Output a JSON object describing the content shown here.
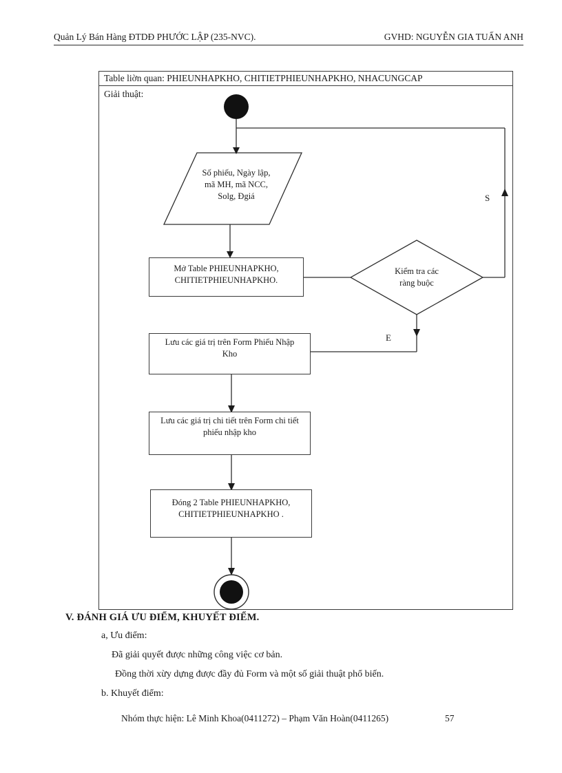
{
  "header": {
    "left": "Quản Lý Bán Hàng ĐTDĐ PHƯỚC  LẬP (235-NVC).",
    "right": "GVHD:  NGUYỄN   GIA  TUẤN ANH"
  },
  "flowchart": {
    "table_row": "Table liờn quan:  PHIEUNHAPKHO, CHITIETPHIEUNHAPKHO, NHACUNGCAP",
    "algorithm_label": "Giải thuật:",
    "input_lines": [
      "Số phiếu, Ngày lập,",
      "mã MH,  mã NCC,",
      "Solg, Đgiá"
    ],
    "open_table_lines": [
      "Mở Table PHIEUNHAPKHO,",
      "CHITIETPHIEUNHAPKHO."
    ],
    "decision_lines": [
      "Kiểm tra các",
      "ràng buộc"
    ],
    "save_form_lines": [
      "Lưu các giá trị trên Form Phiếu Nhập",
      "Kho"
    ],
    "save_detail_lines": [
      "Lưu các giá trị chi tiết trên Form  chi tiết",
      "phiếu nhập kho"
    ],
    "close_table_lines": [
      "Đóng 2 Table PHIEUNHAPKHO,",
      "CHITIETPHIEUNHAPKHO   ."
    ],
    "branch_false_label": "S",
    "branch_true_label": "E"
  },
  "section": {
    "heading": "V. ĐÁNH GIÁ ƯU ĐIỂM, KHUYẾT ĐIỂM.",
    "item_a": "a, Ưu điểm:",
    "line1": "Đã giải quyết được những công việc cơ bản.",
    "line2": "Đồng thời xừy dựng được đầy đủ Form và một số giải thuật phổ biến.",
    "item_b": "b. Khuyết điểm:"
  },
  "footer": {
    "text": "Nhóm thực hiện:  Lê Minh  Khoa(0411272) – Phạm  Văn Hoàn(0411265)",
    "page_number": "57"
  },
  "colors": {
    "ink": "#1b1b1b",
    "line": "#2e2e2e",
    "background": "#ffffff"
  }
}
